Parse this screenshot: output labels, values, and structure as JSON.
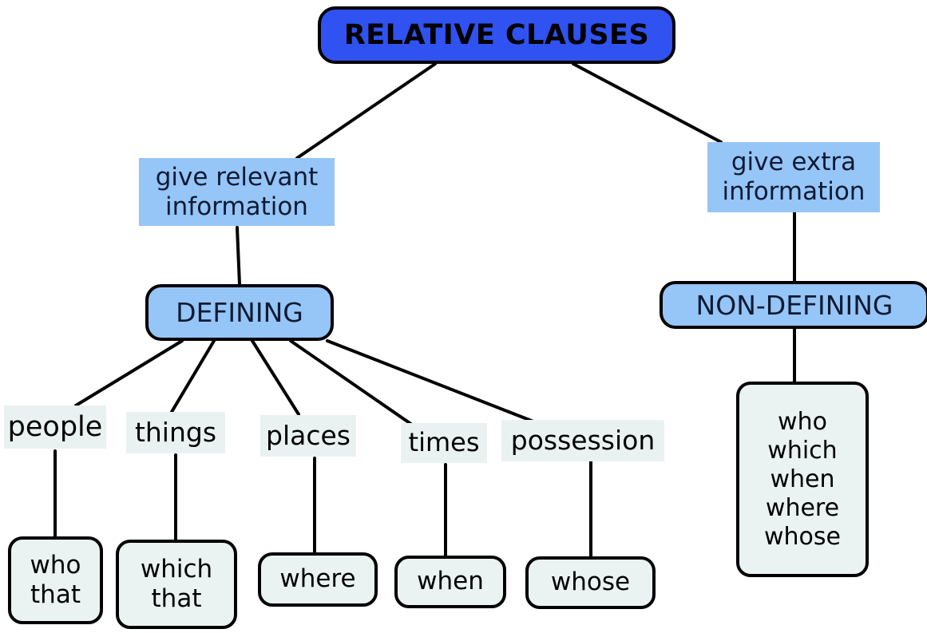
{
  "diagram": {
    "title": "RELATIVE CLAUSES",
    "type": "concept-map",
    "colors": {
      "title_fill": "#2f52f0",
      "blue_fill": "#96c5f7",
      "pale_fill": "#eaf2f2",
      "grey_highlight": "#eaf1f1",
      "stroke": "#000000",
      "title_text": "#000000",
      "blue_text": "#0d1b33"
    },
    "root": {
      "label": "RELATIVE CLAUSES"
    },
    "branches": [
      {
        "id": "defining",
        "description": "give relevant information",
        "category": "DEFINING",
        "sub_labels": [
          {
            "id": "people",
            "label": "people"
          },
          {
            "id": "things",
            "label": "things"
          },
          {
            "id": "places",
            "label": "places"
          },
          {
            "id": "times",
            "label": "times"
          },
          {
            "id": "possession",
            "label": "possession"
          }
        ],
        "pronoun_boxes": [
          {
            "id": "people-pronouns",
            "lines": [
              "who",
              "that"
            ]
          },
          {
            "id": "things-pronouns",
            "lines": [
              "which",
              "that"
            ]
          },
          {
            "id": "places-pronouns",
            "lines": [
              "where"
            ]
          },
          {
            "id": "times-pronouns",
            "lines": [
              "when"
            ]
          },
          {
            "id": "possession-pronouns",
            "lines": [
              "whose"
            ]
          }
        ]
      },
      {
        "id": "non-defining",
        "description": "give extra information",
        "category": "NON-DEFINING",
        "pronoun_boxes": [
          {
            "id": "non-defining-pronouns",
            "lines": [
              "who",
              "which",
              "when",
              "where",
              "whose"
            ]
          }
        ]
      }
    ]
  }
}
